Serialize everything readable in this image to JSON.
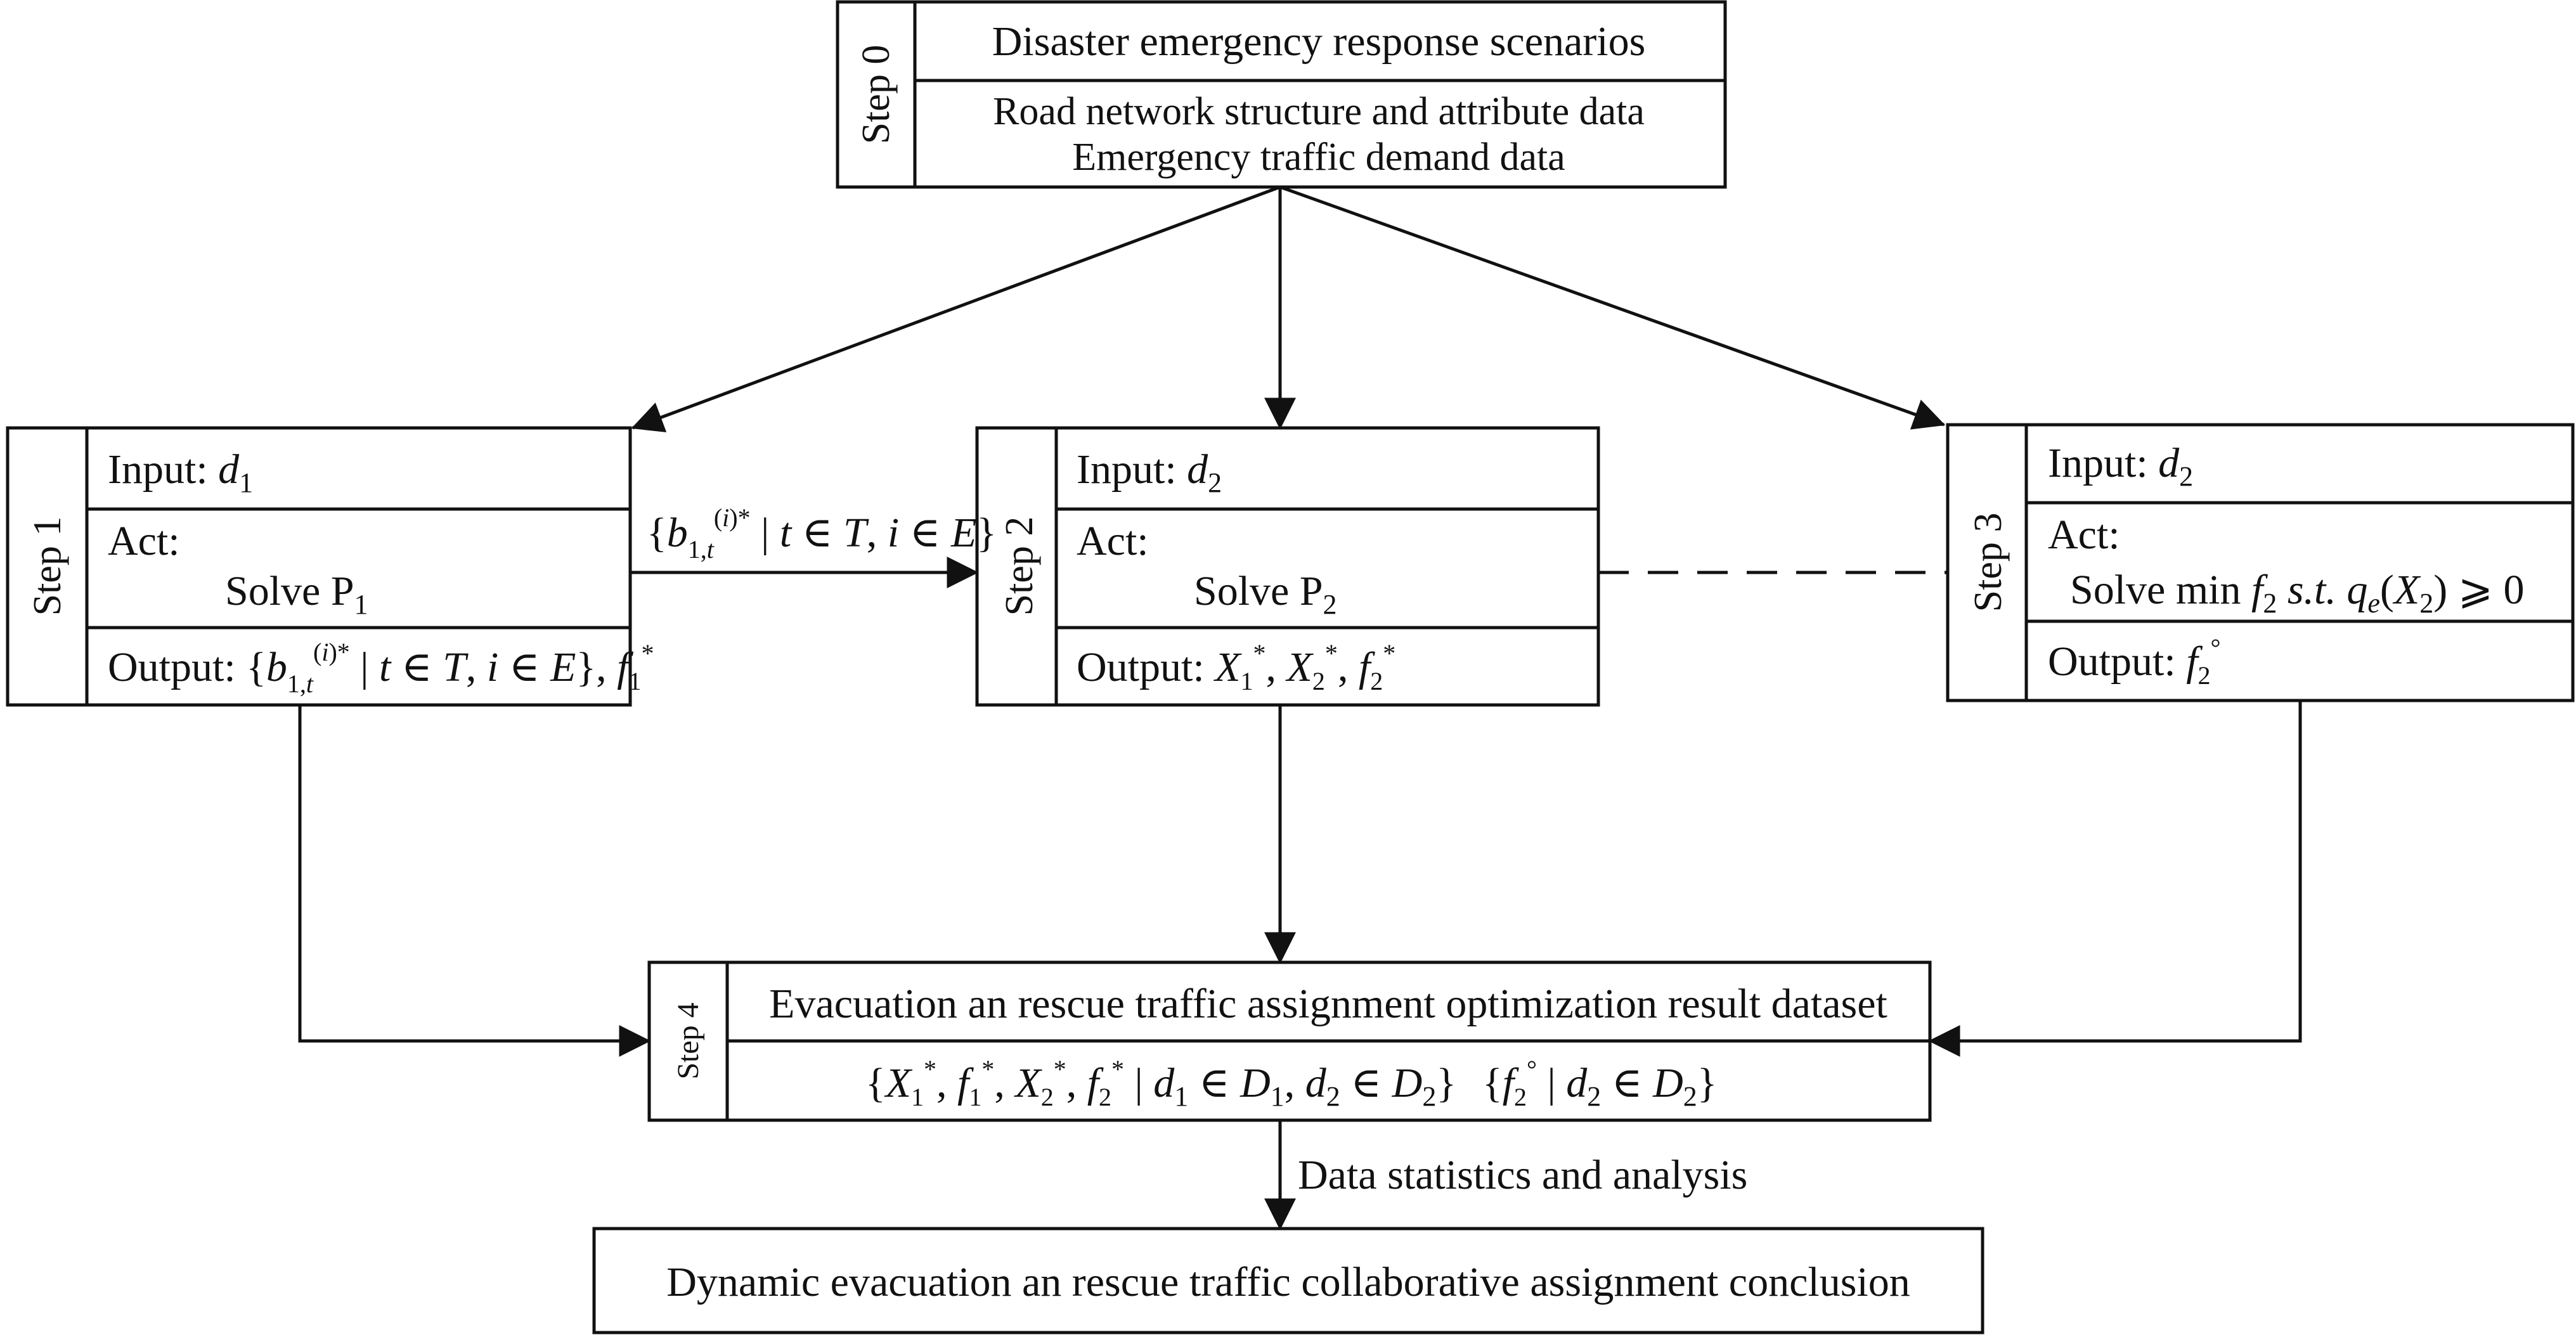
{
  "step0": {
    "label": "Step 0",
    "title": "Disaster emergency response scenarios",
    "line1": "Road network structure and attribute data",
    "line2": "Emergency traffic demand data"
  },
  "step1": {
    "label": "Step 1",
    "input": "Input: ",
    "input_var": "d",
    "input_sub": "1",
    "act": "Act:",
    "solve": "Solve  P",
    "solve_sub": "1",
    "output_label": "Output: ",
    "output_set": "{b1,t(i)* | t ∈ T, i ∈ E}",
    "output_f": "f1*"
  },
  "step2": {
    "label": "Step 2",
    "input": "Input: ",
    "input_var": "d",
    "input_sub": "2",
    "act": "Act:",
    "solve": "Solve P",
    "solve_sub": "2",
    "output_label": "Output: ",
    "output_vars": "X1*, X2*, f2*"
  },
  "step3": {
    "label": "Step 3",
    "input": "Input: ",
    "input_var": "d",
    "input_sub": "2",
    "act": "Act:",
    "solve": "Solve min f2   s.t. qe(X2) ⩾ 0",
    "output_label": "Output: ",
    "output_f": "f2°"
  },
  "step4": {
    "label": "Step 4",
    "title": "Evacuation an rescue traffic assignment optimization result dataset",
    "set1": "{X1*, f1*, X2*, f2* | d1 ∈ D1, d2 ∈ D2}",
    "set2": "{f2° | d2 ∈ D2}"
  },
  "edge_label": "{b1,t(i)* | t ∈ T, i ∈ E}",
  "stats_label": "Data statistics and analysis",
  "conclusion": "Dynamic evacuation an rescue traffic collaborative assignment conclusion"
}
